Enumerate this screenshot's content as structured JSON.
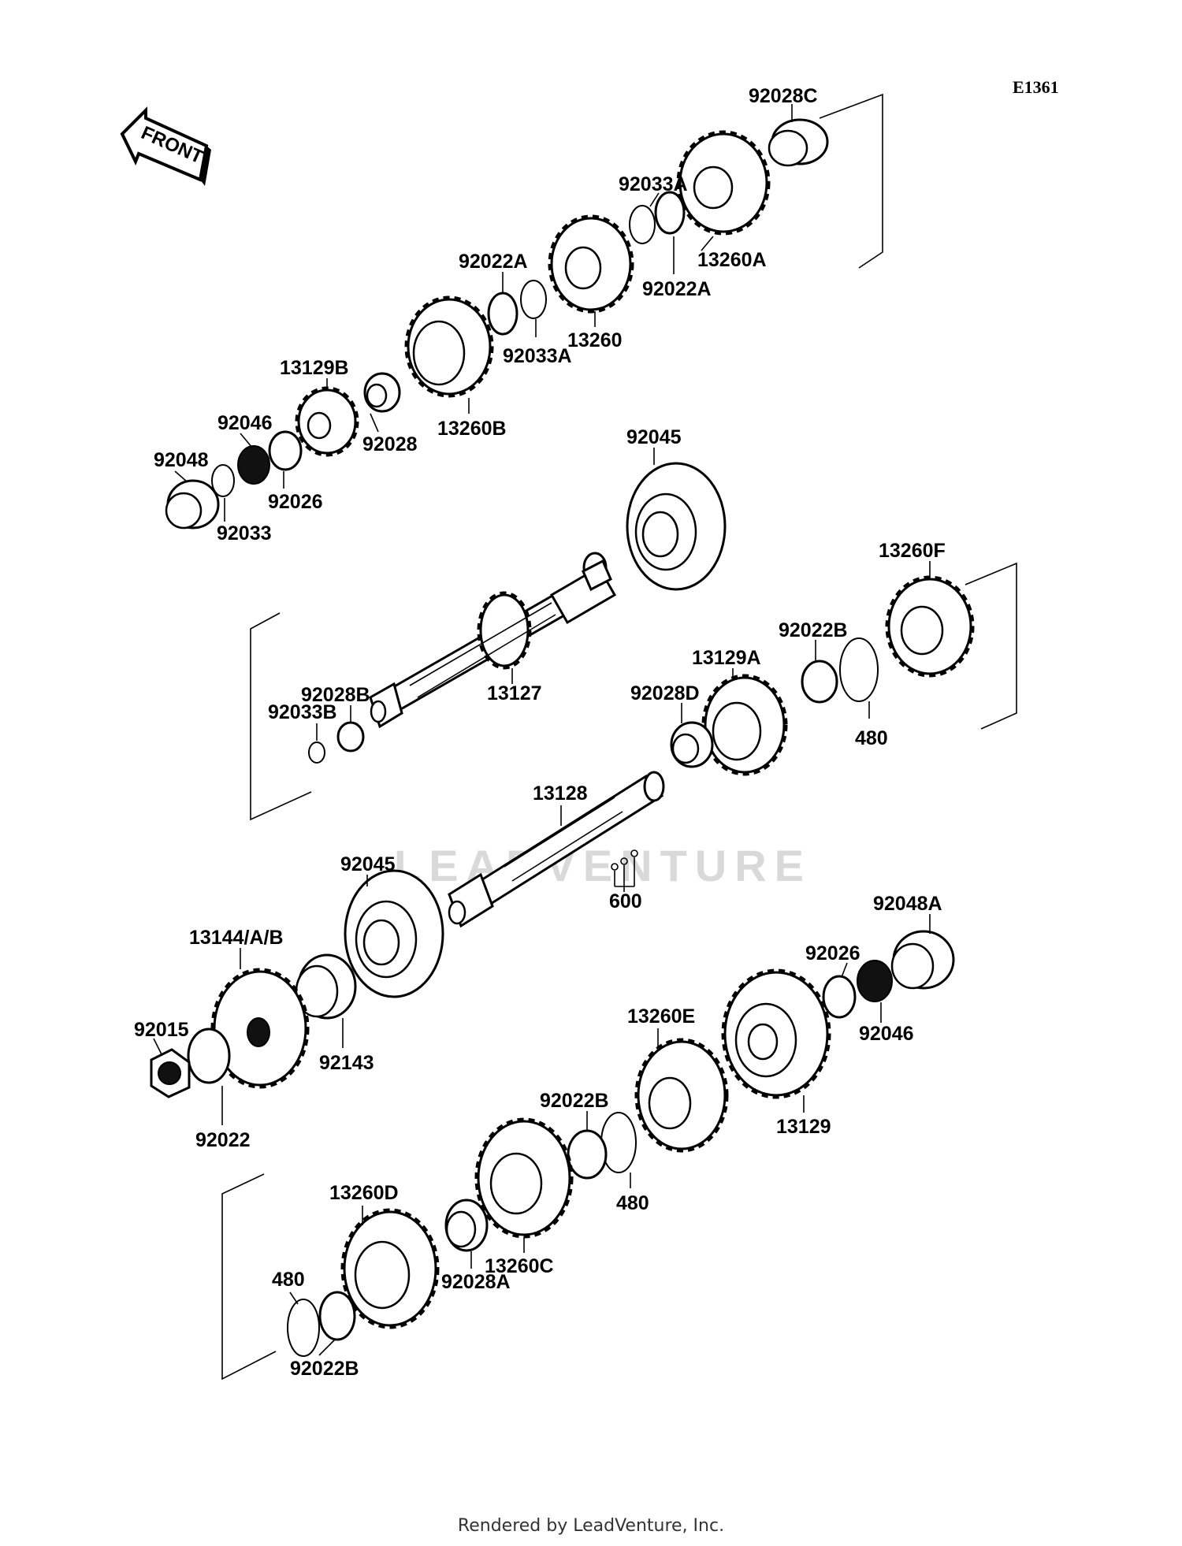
{
  "diagram": {
    "code": "E1361",
    "front_label": "FRONT",
    "watermark": "LEADVENTURE",
    "callouts": [
      {
        "id": "92028C",
        "text": "92028C"
      },
      {
        "id": "92033A_top",
        "text": "92033A"
      },
      {
        "id": "13260A",
        "text": "13260A"
      },
      {
        "id": "92022A_left",
        "text": "92022A"
      },
      {
        "id": "92022A_right",
        "text": "92022A"
      },
      {
        "id": "92033A_mid",
        "text": "92033A"
      },
      {
        "id": "13260",
        "text": "13260"
      },
      {
        "id": "13129B",
        "text": "13129B"
      },
      {
        "id": "13260B",
        "text": "13260B"
      },
      {
        "id": "92046_top",
        "text": "92046"
      },
      {
        "id": "92028",
        "text": "92028"
      },
      {
        "id": "92048",
        "text": "92048"
      },
      {
        "id": "92026_top",
        "text": "92026"
      },
      {
        "id": "92033",
        "text": "92033"
      },
      {
        "id": "92045_top",
        "text": "92045"
      },
      {
        "id": "13260F",
        "text": "13260F"
      },
      {
        "id": "92022B_right",
        "text": "92022B"
      },
      {
        "id": "480_right",
        "text": "480"
      },
      {
        "id": "92028B",
        "text": "92028B"
      },
      {
        "id": "92033B",
        "text": "92033B"
      },
      {
        "id": "13127",
        "text": "13127"
      },
      {
        "id": "13129A",
        "text": "13129A"
      },
      {
        "id": "92028D",
        "text": "92028D"
      },
      {
        "id": "13128",
        "text": "13128"
      },
      {
        "id": "600",
        "text": "600"
      },
      {
        "id": "92045_mid",
        "text": "92045"
      },
      {
        "id": "92048A",
        "text": "92048A"
      },
      {
        "id": "13144",
        "text": "13144/A/B"
      },
      {
        "id": "92026_low",
        "text": "92026"
      },
      {
        "id": "92015",
        "text": "92015"
      },
      {
        "id": "92143",
        "text": "92143"
      },
      {
        "id": "92046_low",
        "text": "92046"
      },
      {
        "id": "13260E",
        "text": "13260E"
      },
      {
        "id": "92022",
        "text": "92022"
      },
      {
        "id": "92022B_mid",
        "text": "92022B"
      },
      {
        "id": "13129",
        "text": "13129"
      },
      {
        "id": "480_mid",
        "text": "480"
      },
      {
        "id": "13260D",
        "text": "13260D"
      },
      {
        "id": "92028A",
        "text": "92028A"
      },
      {
        "id": "13260C",
        "text": "13260C"
      },
      {
        "id": "480_low",
        "text": "480"
      },
      {
        "id": "92022B_low",
        "text": "92022B"
      }
    ]
  },
  "footer": {
    "text": "Rendered by LeadVenture, Inc."
  }
}
